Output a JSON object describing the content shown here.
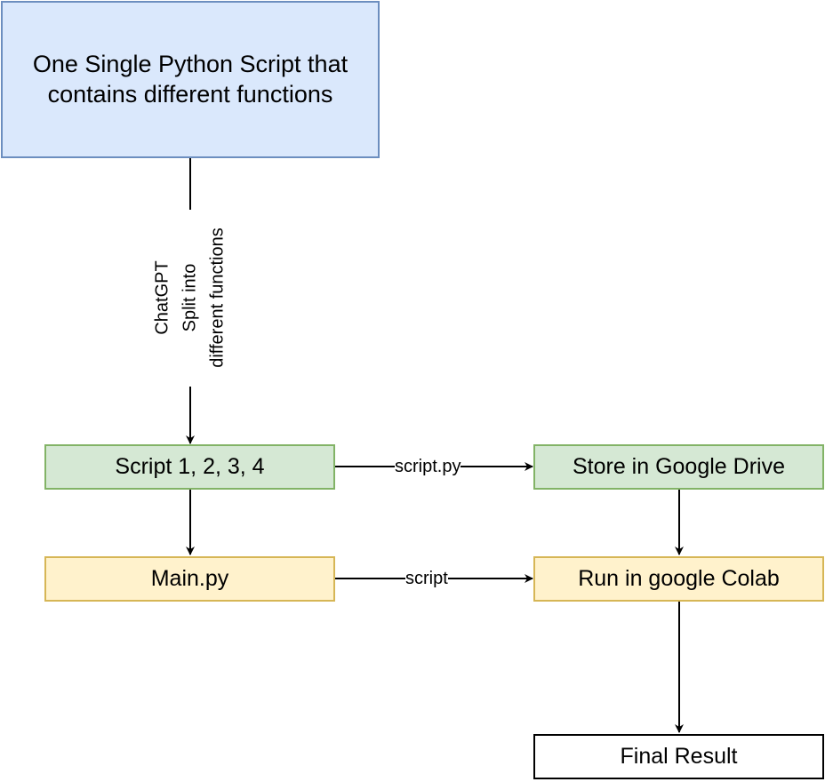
{
  "colors": {
    "blue_fill": "#dae8fc",
    "green_fill": "#d5e8d4",
    "yellow_fill": "#fff2cc",
    "white_fill": "#ffffff"
  },
  "nodes": {
    "single_script": "One Single Python Script that contains different functions",
    "scripts": "Script 1, 2, 3, 4",
    "main": "Main.py",
    "drive": "Store in Google Drive",
    "colab": "Run in google Colab",
    "final": "Final Result"
  },
  "edges": {
    "split_label_lines": [
      "ChatGPT",
      "Split into",
      "different functions"
    ],
    "scripts_to_drive": "script.py",
    "main_to_colab": "script"
  }
}
